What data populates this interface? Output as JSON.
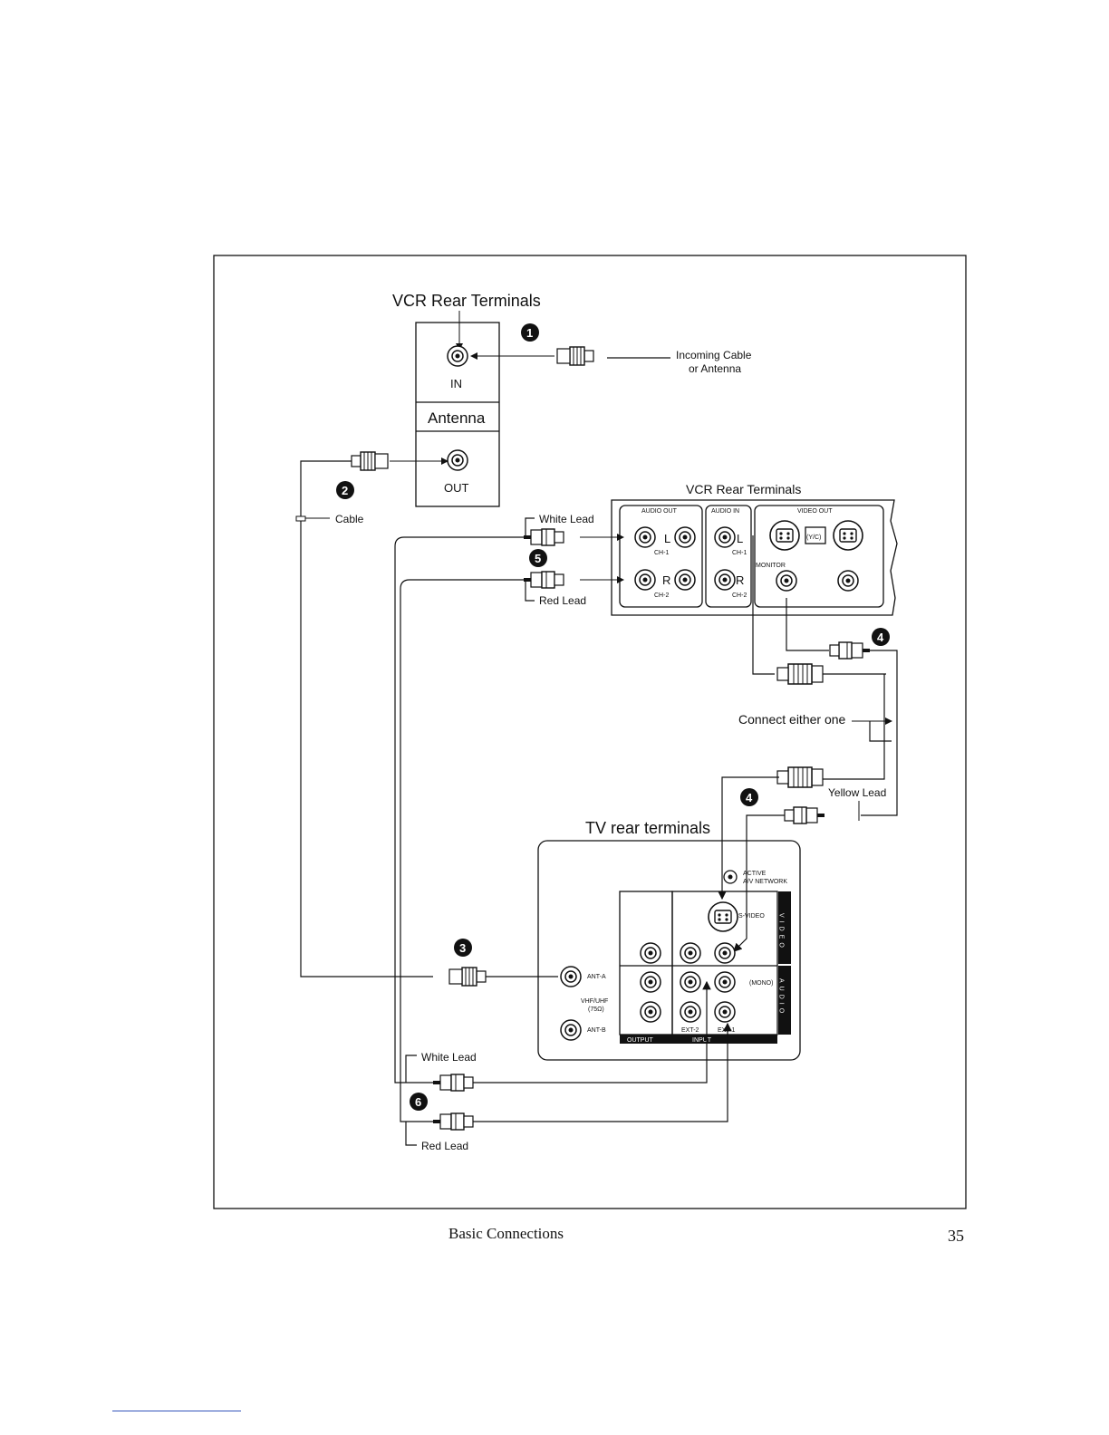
{
  "diagram": {
    "vcr_antenna": {
      "title": "VCR Rear Terminals",
      "in_label": "IN",
      "section_label": "Antenna",
      "out_label": "OUT"
    },
    "incoming": {
      "line1": "Incoming Cable",
      "line2": "or Antenna"
    },
    "cable_label": "Cable",
    "vcr_rear": {
      "title": "VCR Rear Terminals",
      "audio_out": "AUDIO OUT",
      "audio_in": "AUDIO IN",
      "video_out": "VIDEO OUT",
      "l": "L",
      "r": "R",
      "ch1": "CH-1",
      "ch2": "CH-2",
      "yc": "(Y/C)",
      "monitor": "MONITOR"
    },
    "white_lead": "White Lead",
    "red_lead": "Red Lead",
    "connect_either": "Connect either one",
    "yellow_lead": "Yellow Lead",
    "tv": {
      "title": "TV rear terminals",
      "active_line1": "ACTIVE",
      "active_line2": "A/V NETWORK",
      "svideo": "S-VIDEO",
      "ant_a": "ANT-A",
      "vhf": "VHF/UHF",
      "ohm": "(75Ω)",
      "ant_b": "ANT-B",
      "mono": "(MONO)",
      "ext2": "EXT-2",
      "ext1": "EXT-1",
      "output": "OUTPUT",
      "input": "INPUT",
      "video_side": "VIDEO",
      "audio_side": "AUDIO"
    },
    "steps": [
      "1",
      "2",
      "3",
      "4",
      "5",
      "6"
    ]
  },
  "footer": {
    "section": "Basic Connections",
    "page": "35"
  }
}
